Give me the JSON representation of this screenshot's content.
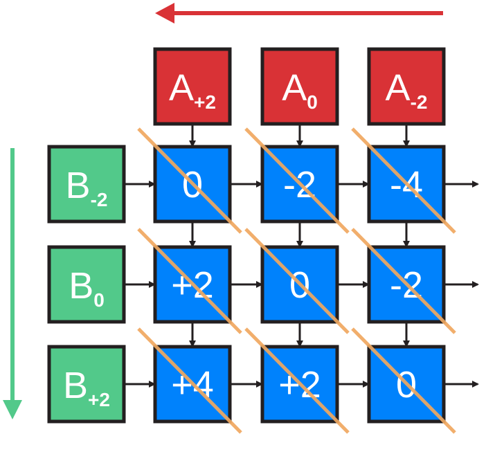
{
  "colors": {
    "input_a": "#d93236",
    "input_b": "#52c98a",
    "cell": "#0082fc",
    "border": "#231f20",
    "arrow": "#231f20",
    "diagonal": "#f0a860",
    "flow_a": "#d93236",
    "flow_b": "#52c98a"
  },
  "inputs_a": [
    {
      "base": "A",
      "sub": "+2"
    },
    {
      "base": "A",
      "sub": "0"
    },
    {
      "base": "A",
      "sub": "-2"
    }
  ],
  "inputs_b": [
    {
      "base": "B",
      "sub": "-2"
    },
    {
      "base": "B",
      "sub": "0"
    },
    {
      "base": "B",
      "sub": "+2"
    }
  ],
  "cells": [
    [
      "0",
      "-2",
      "-4"
    ],
    [
      "+2",
      "0",
      "-2"
    ],
    [
      "+4",
      "+2",
      "0"
    ]
  ]
}
